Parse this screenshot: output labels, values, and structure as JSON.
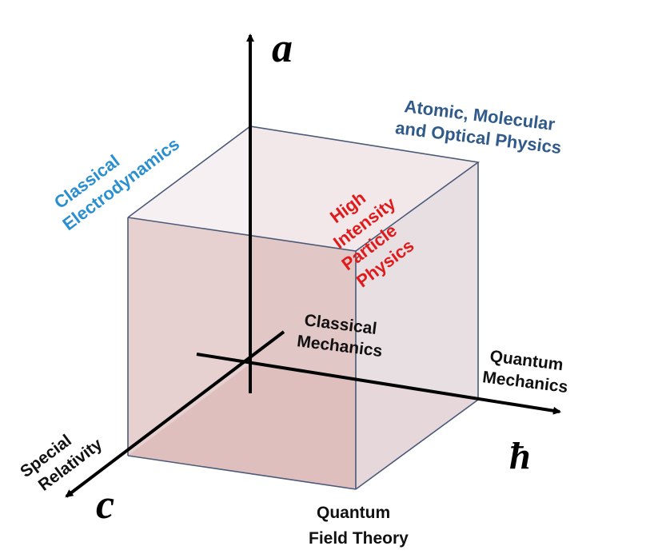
{
  "axes": {
    "a_label": "a",
    "hbar_label": "ħ",
    "c_label": "c"
  },
  "regions": {
    "classical_electrodynamics": [
      "Classical",
      "Electrodynamics"
    ],
    "amo_physics": [
      "Atomic, Molecular",
      "and Optical Physics"
    ],
    "high_intensity": [
      "High",
      "Intensity",
      "Particle",
      "Physics"
    ],
    "classical_mechanics": [
      "Classical",
      "Mechanics"
    ],
    "quantum_mechanics": [
      "Quantum",
      "Mechanics"
    ],
    "special_relativity": [
      "Special",
      "Relativity"
    ],
    "qft": [
      "Quantum",
      "Field Theory"
    ]
  },
  "colors": {
    "blue_label": "#2a8fd0",
    "steelblue_label": "#2f5a8a",
    "red_label": "#e01a1a",
    "black_label": "#111111",
    "cube_edge": "#4a5a78",
    "face_front": "#d9b5b5",
    "face_right": "#e8e3e6",
    "face_top": "#efe6ea"
  }
}
